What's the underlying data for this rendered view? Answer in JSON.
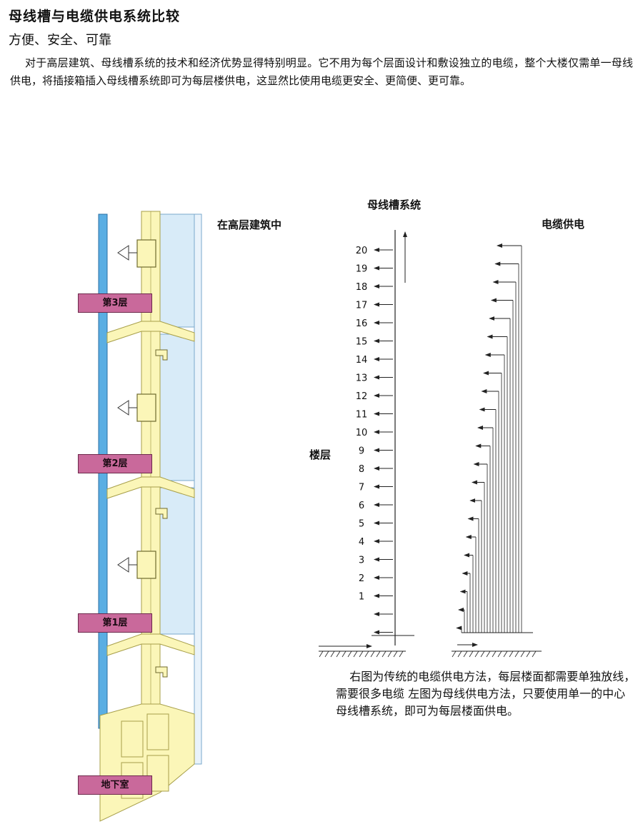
{
  "heading": {
    "title": "母线槽与电缆供电系统比较",
    "subtitle": "方便、安全、可靠",
    "paragraph": "对于高层建筑、母线槽系统的技术和经济优势显得特别明显。它不用为每个层面设计和敷设独立的电缆，整个大楼仅需单一母线供电，将插接箱插入母线槽系统即可为每层楼供电，这显然比使用电缆更安全、更简便、更可靠。"
  },
  "building": {
    "label": "在高层建筑中",
    "floors": [
      "第3层",
      "第2层",
      "第1层",
      "地下室"
    ]
  },
  "diagram": {
    "busway_title": "母线槽系统",
    "cable_title": "电缆供电",
    "axis_label": "楼层",
    "floor_numbers": [
      "20",
      "19",
      "18",
      "17",
      "16",
      "15",
      "14",
      "13",
      "12",
      "11",
      "10",
      "9",
      "8",
      "7",
      "6",
      "5",
      "4",
      "3",
      "2",
      "1"
    ]
  },
  "caption": "右图为传统的电缆供电方法，每层楼面都需要单独放线，需要很多电缆 左图为母线供电方法，只要使用单一的中心母线槽系统，即可为每层楼面供电。",
  "colors": {
    "busway_yellow": "#fbf6b8",
    "wall_blue": "#d8ebf8",
    "edge_blue": "#5aaee3",
    "tag_pink": "#c9699b"
  }
}
